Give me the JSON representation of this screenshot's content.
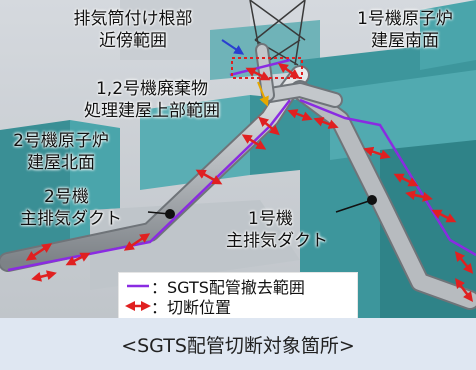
{
  "labels": {
    "exhaust_stack_root_line1": "排気筒付け根部",
    "exhaust_stack_root_line2": "近傍範囲",
    "unit1_reactor_line1": "1号機原子炉",
    "unit1_reactor_line2": "建屋南面",
    "waste_building_line1": "1,2号機廃棄物",
    "waste_building_line2": "処理建屋上部範囲",
    "unit2_reactor_line1": "2号機原子炉",
    "unit2_reactor_line2": "建屋北面",
    "unit2_duct_line1": "2号機",
    "unit2_duct_line2": "主排気ダクト",
    "unit1_duct_line1": "1号機",
    "unit1_duct_line2": "主排気ダクト"
  },
  "legend": {
    "removal_range": "：SGTS配管撤去範囲",
    "cut_position": "：切断位置"
  },
  "caption": "<SGTS配管切断対象箇所>",
  "colors": {
    "background_sky": "#c9ced3",
    "building_teal": "#3f9aa0",
    "pipe_gray": "#a9adb2",
    "removal_line": "#8a2be2",
    "cut_arrow": "#e02020",
    "caption_bg": "#dfe7f2"
  }
}
